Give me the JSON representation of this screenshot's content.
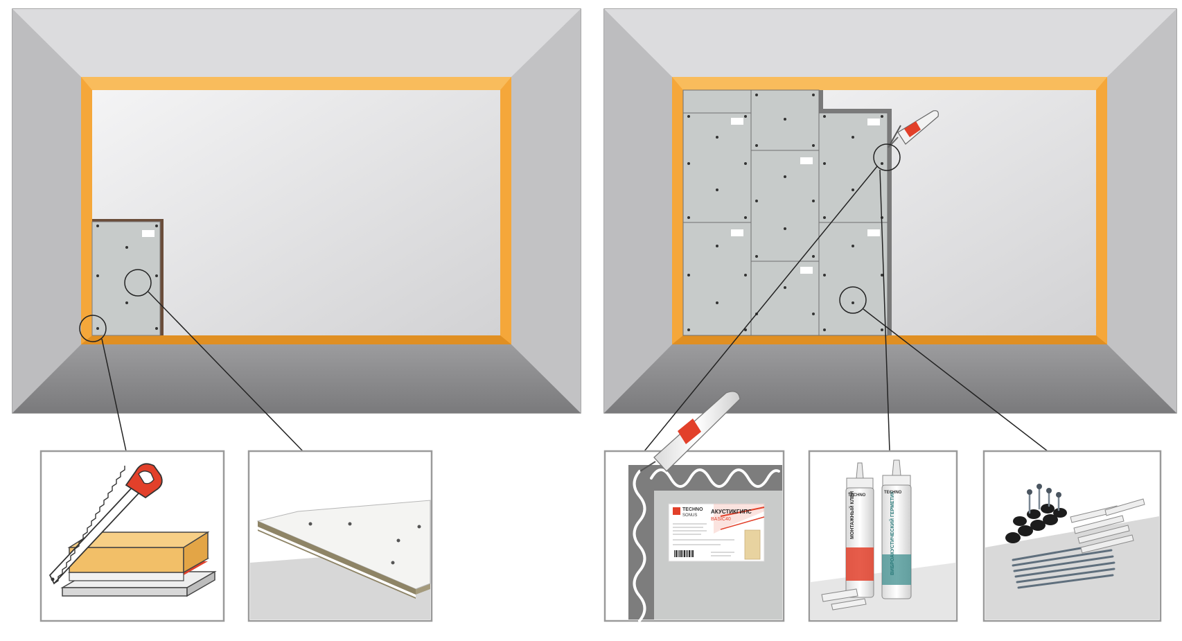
{
  "colors": {
    "frame_orange": "#f5a73a",
    "frame_orange_dark": "#d98a1f",
    "wall_side": "#c9c9cb",
    "wall_back": "#e4e4e6",
    "floor": "#8e8e90",
    "ceiling": "#d8d8da",
    "panel": "#c7cbca",
    "panel_edge": "#6f6f70",
    "accent_red": "#e2402a",
    "box_border": "#9a9a9a"
  },
  "product_box": {
    "brand_line1": "TECHNO",
    "brand_line2": "SONUS",
    "product_title": "АКУСТИКГИПС",
    "product_model": "BASIC40"
  },
  "sealant_tubes": {
    "tube1_brand": "TECHNO",
    "tube1_label": "МОНТАЖНЫЙ КЛЕЙ",
    "tube2_brand": "TECHNO",
    "tube2_label": "ВИБРОАКУСТИЧЕСКИЙ ГЕРМЕТИК"
  },
  "icons": [
    "handsaw-icon",
    "sealant-gun-icon",
    "screw-fastener-icon",
    "dowel-icon"
  ]
}
